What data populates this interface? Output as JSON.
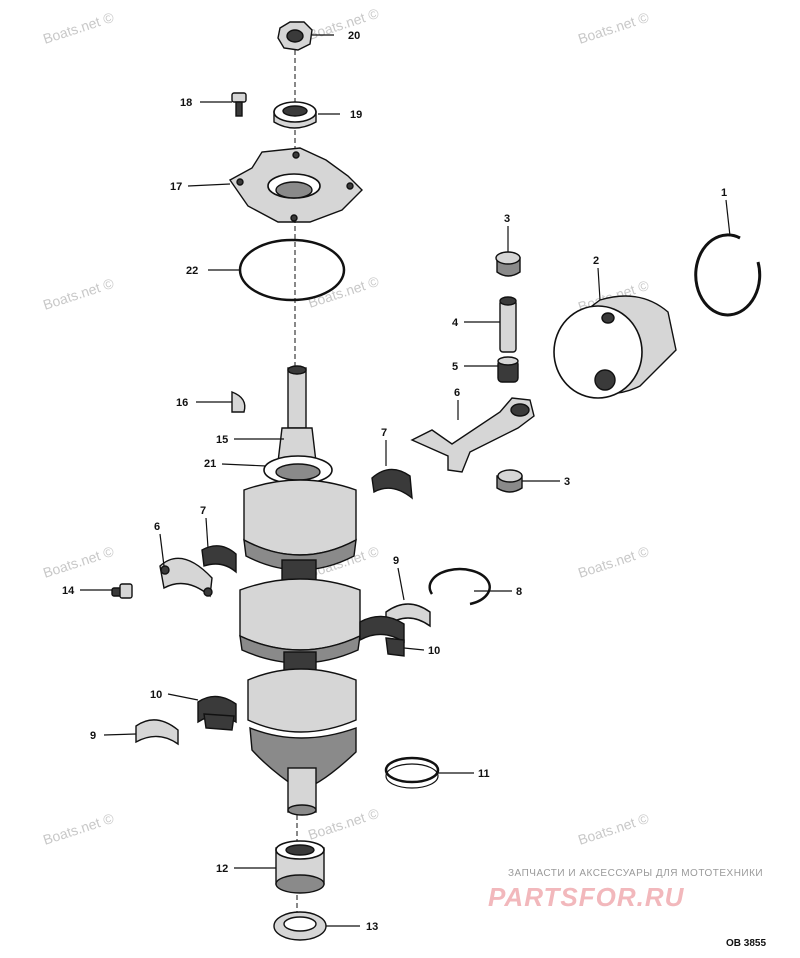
{
  "watermark": {
    "text": "Boats.net ©"
  },
  "parts": {
    "p1": "1",
    "p2": "2",
    "p3a": "3",
    "p3b": "3",
    "p4": "4",
    "p5": "5",
    "p6a": "6",
    "p6b": "6",
    "p7a": "7",
    "p7b": "7",
    "p8": "8",
    "p9a": "9",
    "p9b": "9",
    "p10a": "10",
    "p10b": "10",
    "p11": "11",
    "p12": "12",
    "p13": "13",
    "p14": "14",
    "p15": "15",
    "p16": "16",
    "p17": "17",
    "p18": "18",
    "p19": "19",
    "p20": "20",
    "p21": "21",
    "p22": "22"
  },
  "brand": {
    "tagline": "ЗАПЧАСТИ И АКСЕССУАРЫ ДЛЯ МОТОТЕХНИКИ",
    "logo": "PARTSFOR.RU"
  },
  "diagram_code": "OB 3855"
}
